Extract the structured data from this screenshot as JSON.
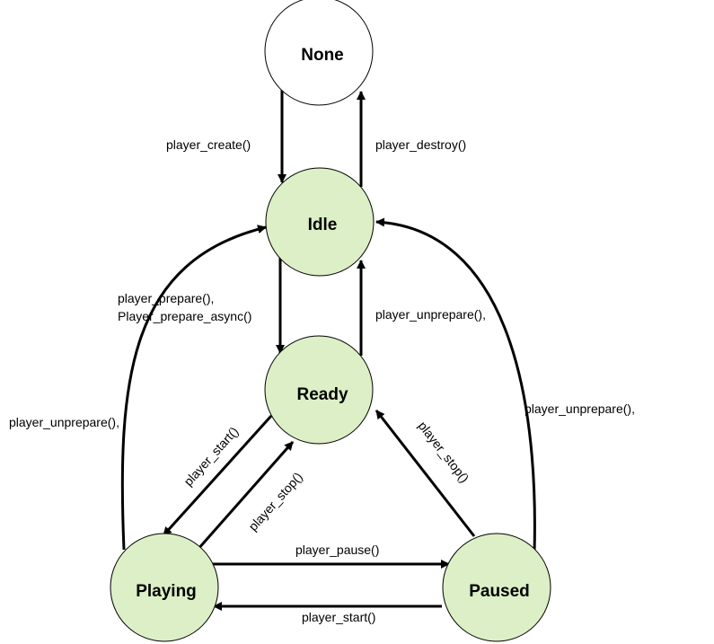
{
  "states": {
    "none": {
      "label": "None",
      "fill": "#ffffff"
    },
    "idle": {
      "label": "Idle",
      "fill": "#dcefc6"
    },
    "ready": {
      "label": "Ready",
      "fill": "#dcefc6"
    },
    "playing": {
      "label": "Playing",
      "fill": "#dcefc6"
    },
    "paused": {
      "label": "Paused",
      "fill": "#dcefc6"
    }
  },
  "colors": {
    "stroke": "#000000",
    "active_fill": "#dcefc6"
  },
  "transitions": {
    "none_to_idle": "player_create()",
    "idle_to_none": "player_destroy()",
    "idle_to_ready_line1": "player_prepare(),",
    "idle_to_ready_line2": "Player_prepare_async()",
    "ready_to_idle": "player_unprepare(),",
    "playing_to_idle": "player_unprepare(),",
    "paused_to_idle": "player_unprepare(),",
    "ready_to_playing": "player_start()",
    "playing_to_ready": "player_stop()",
    "paused_to_ready": "player_stop()",
    "playing_to_paused": "player_pause()",
    "paused_to_playing": "player_start()"
  }
}
